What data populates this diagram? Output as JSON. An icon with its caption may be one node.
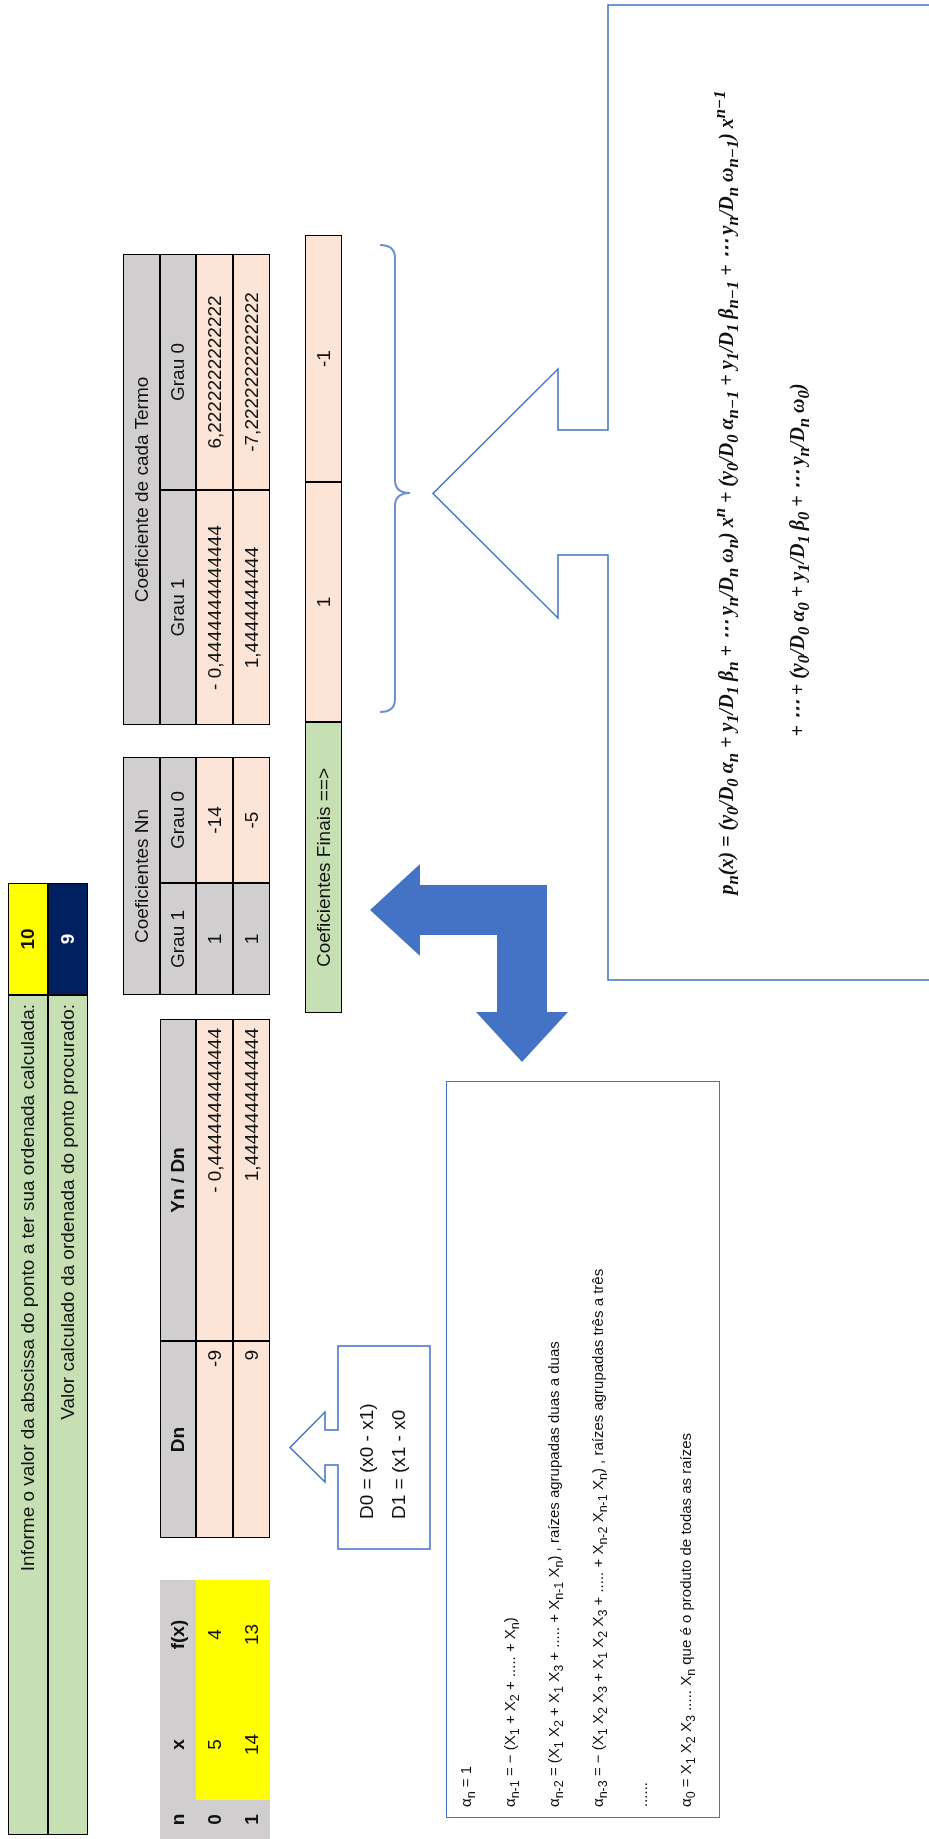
{
  "diagram": {
    "nodes": [
      {
        "text": [
          "Informe o valor da abscissa do ponto a ter sua ordenada calculada:",
          "10",
          "Valor calculado da ordenada do ponto procurado:",
          "9"
        ]
      },
      {
        "text": [
          "n",
          "x",
          "f(x)",
          "0",
          "5",
          "4",
          "1",
          "14",
          "13"
        ]
      },
      {
        "text": [
          "Dn",
          "Yn / Dn",
          "-9",
          "- 0,4444444444444",
          "9",
          "1,4444444444444"
        ]
      },
      {
        "text": [
          "Coeficientes Nn",
          "Grau 1",
          "Grau 0",
          "1",
          "-14",
          "1",
          "-5"
        ]
      },
      {
        "text": [
          "Coeficiente de cada Termo",
          "Grau 1",
          "Grau 0",
          "- 0,4444444444444",
          "6,2222222222222",
          "1,4444444444",
          "-7,2222222222222"
        ]
      },
      {
        "text": [
          "Coeficientes Finais ==>",
          "1",
          "-1"
        ]
      },
      {
        "text": [
          "D0 = (x0 - x1)",
          "D1 = (x1 - x0"
        ]
      },
      {
        "text": [
          "p$_{n}$(x) = (y$_{0}$/D$_{0}$ α$_{n}$ + y$_{1}$/D$_{1}$ β$_{n}$ + ⋯ y$_{n}$/D$_{n}$ ω$_{n}$) x$^{n}$ + (y$_{0}$/D$_{0}$ α$_{n−1}$ + y$_{1}$/D$_{1}$ β$_{n−1}$ + ⋯ y$_{n}$/D$_{n}$ ω$_{n−1}$) x$^{n−1}$",
          "+ ⋯ + (y$_{0}$/D$_{0}$ α$_{0}$ + y$_{1}$/D$_{1}$ β$_{0}$ + ⋯ y$_{n}$/D$_{n}$ ω$_{0}$)"
        ]
      },
      {
        "text": [
          "α$_{n}$ = 1",
          "α$_{n-1}$ = − (X$_{1}$ + X$_{2}$ + ..... + X$_{n}$)",
          "α$_{n-2}$ = (X$_{1}$ X$_{2}$ + X$_{1}$ X$_{3}$ + ..... + X$_{n-1}$ X$_{n}$) , raízes agrupadas duas a duas",
          "α$_{n-3}$ = − (X$_{1}$ X$_{2}$ X$_{3}$ + X$_{1}$ X$_{2}$ X$_{3}$ + ..... + X$_{n-2}$ X$_{n-1}$ X$_{n}$) , raízes agrupadas três a três",
          "......",
          "α$_{0}$ = X$_{1}$ X$_{2}$ X$_{3}$ ..... X$_{n}$ que é o produto de todas as raízes"
        ]
      }
    ],
    "edges": [
      {
        "from": 5,
        "to": 8,
        "arrow": "both"
      }
    ]
  }
}
